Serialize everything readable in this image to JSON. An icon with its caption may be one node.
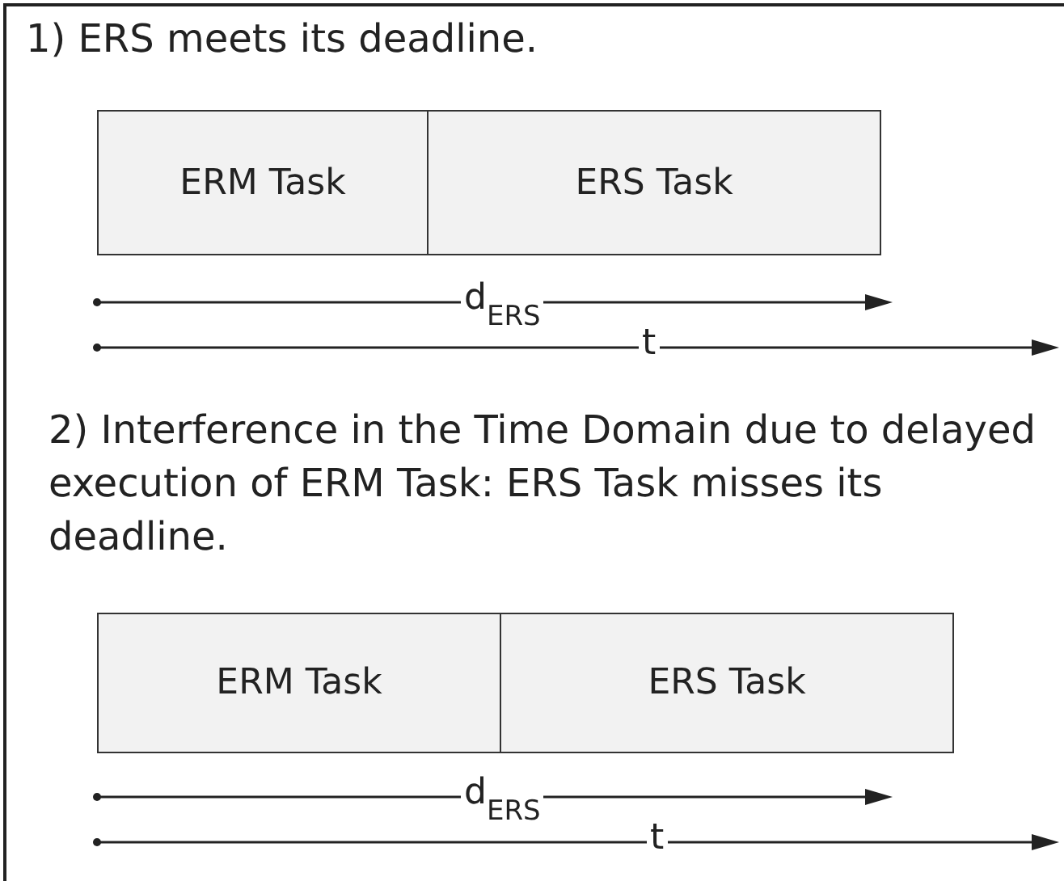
{
  "diagram": {
    "nodes": [
      {
        "text": [
          "ERM Task"
        ]
      },
      {
        "text": [
          "ERS Task"
        ]
      },
      {
        "text": [
          "ERM Task"
        ]
      },
      {
        "text": [
          "ERS Task"
        ]
      }
    ],
    "labels": [
      "1) ERS meets its deadline.",
      "d$_{ERS}$",
      "t",
      "2) Interference in the Time Domain due to delayed execution of ERM Task: ERS Task misses its deadline.",
      "d$_{ERS}$",
      "t"
    ]
  }
}
